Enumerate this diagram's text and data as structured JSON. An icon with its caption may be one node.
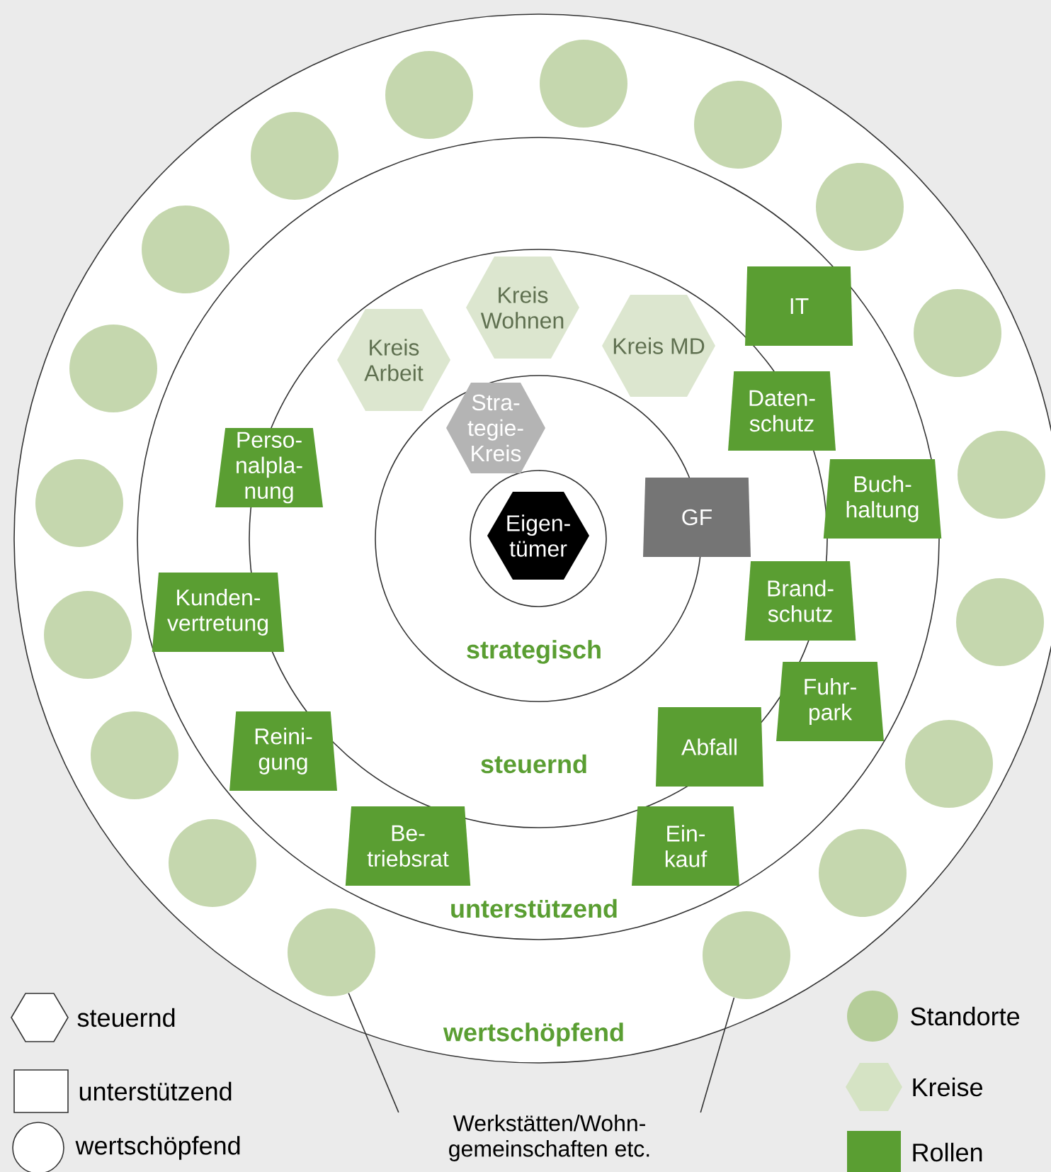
{
  "diagram": {
    "nodes": [
      {
        "text": [
          "wertschöpfend"
        ]
      },
      {
        "text": [
          "unterstützend"
        ],
        "in": 0
      },
      {
        "text": [
          "steuernd"
        ],
        "in": 1
      },
      {
        "text": [
          "strategisch"
        ],
        "in": 2
      },
      {
        "text": [],
        "shape": "circle",
        "in": 3
      },
      {
        "text": [
          "Eigen- tümer"
        ],
        "in": 4
      },
      {
        "text": [
          "Stra- tegie- Kreis"
        ],
        "in": 3
      },
      {
        "text": [
          "GF"
        ],
        "in": 2
      },
      {
        "text": [
          "Kreis Arbeit"
        ],
        "in": 2
      },
      {
        "text": [
          "Kreis Wohnen"
        ],
        "in": 2
      },
      {
        "text": [
          "Kreis MD"
        ],
        "in": 2
      },
      {
        "text": [
          "IT"
        ],
        "in": 1
      },
      {
        "text": [
          "Daten- schutz"
        ],
        "in": 1
      },
      {
        "text": [
          "Perso- nalpla- nung"
        ],
        "in": 1
      },
      {
        "text": [
          "Buch- haltung"
        ],
        "in": 1
      },
      {
        "text": [
          "Kunden- vertretung"
        ],
        "in": 1
      },
      {
        "text": [
          "Brand- schutz"
        ],
        "in": 1
      },
      {
        "text": [
          "Fuhr- park"
        ],
        "in": 1
      },
      {
        "text": [
          "Reini- gung"
        ],
        "in": 1
      },
      {
        "text": [
          "Abfall"
        ],
        "in": 2
      },
      {
        "text": [
          "Be- triebsrat"
        ],
        "in": 1
      },
      {
        "text": [
          "Ein- kauf"
        ],
        "in": 1
      },
      {
        "text": [],
        "shape": "circle",
        "in": 0
      },
      {
        "text": [],
        "shape": "circle",
        "in": 0
      },
      {
        "text": [],
        "shape": "circle",
        "in": 0
      },
      {
        "text": [],
        "shape": "circle",
        "in": 0
      },
      {
        "text": [],
        "shape": "circle",
        "in": 0
      },
      {
        "text": [],
        "shape": "circle",
        "in": 0
      },
      {
        "text": [],
        "shape": "circle",
        "in": 0
      },
      {
        "text": [],
        "shape": "circle",
        "in": 0
      },
      {
        "text": [],
        "shape": "circle",
        "in": 0
      },
      {
        "text": [],
        "shape": "circle",
        "in": 0
      },
      {
        "text": [],
        "shape": "circle",
        "in": 0
      },
      {
        "text": [],
        "shape": "circle",
        "in": 0
      },
      {
        "text": [],
        "shape": "circle",
        "in": 0
      },
      {
        "text": [],
        "shape": "circle",
        "in": 0
      },
      {
        "text": [],
        "shape": "circle",
        "in": 0
      },
      {
        "text": [],
        "shape": "circle",
        "in": 0
      },
      {
        "text": [],
        "shape": "circle",
        "in": 0
      },
      {
        "text": [],
        "shape": "circle",
        "in": 0
      },
      {
        "text": [
          "Werkstätten/Wohn- gemeinschaften etc."
        ]
      }
    ],
    "edges": [
      {
        "from": 40,
        "to": 29,
        "arrow": "none"
      },
      {
        "from": 40,
        "to": 33,
        "arrow": "none"
      }
    ],
    "legend": [
      {
        "text": "steuernd"
      },
      {
        "text": "unterstützend"
      },
      {
        "text": "wertschöpfend"
      },
      {
        "text": "Standorte",
        "color": "#b5cd99"
      },
      {
        "text": "Kreise",
        "color": "#d5e3c4"
      },
      {
        "text": "Rollen",
        "color": "#5a9e32"
      }
    ]
  }
}
